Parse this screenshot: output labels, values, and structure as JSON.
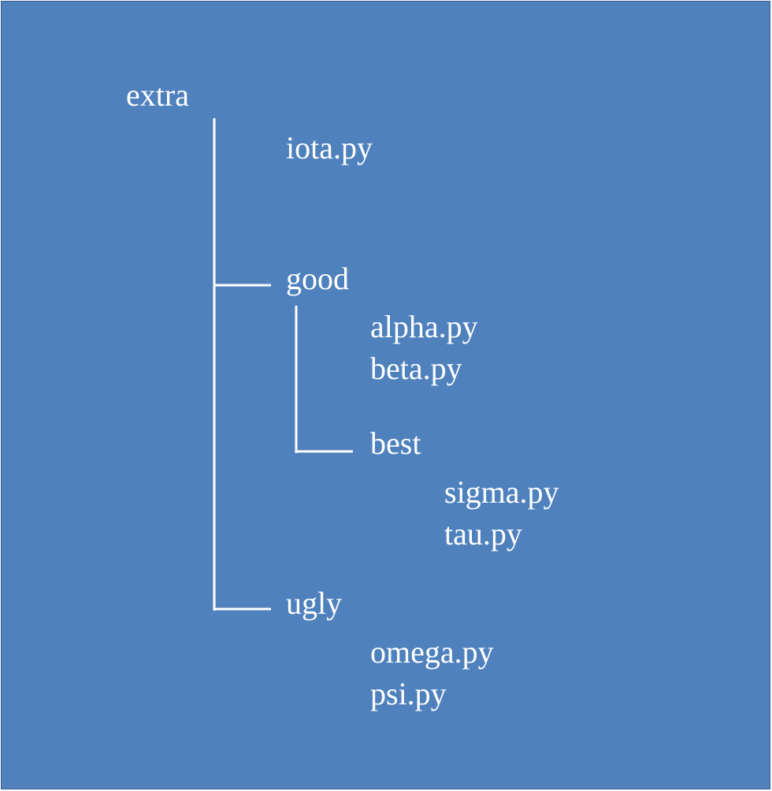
{
  "tree": {
    "root": "extra",
    "items": {
      "iota": "iota.py",
      "good": "good",
      "alpha": "alpha.py",
      "beta": "beta.py",
      "best": "best",
      "sigma": "sigma.py",
      "tau": "tau.py",
      "ugly": "ugly",
      "omega": "omega.py",
      "psi": "psi.py"
    }
  }
}
